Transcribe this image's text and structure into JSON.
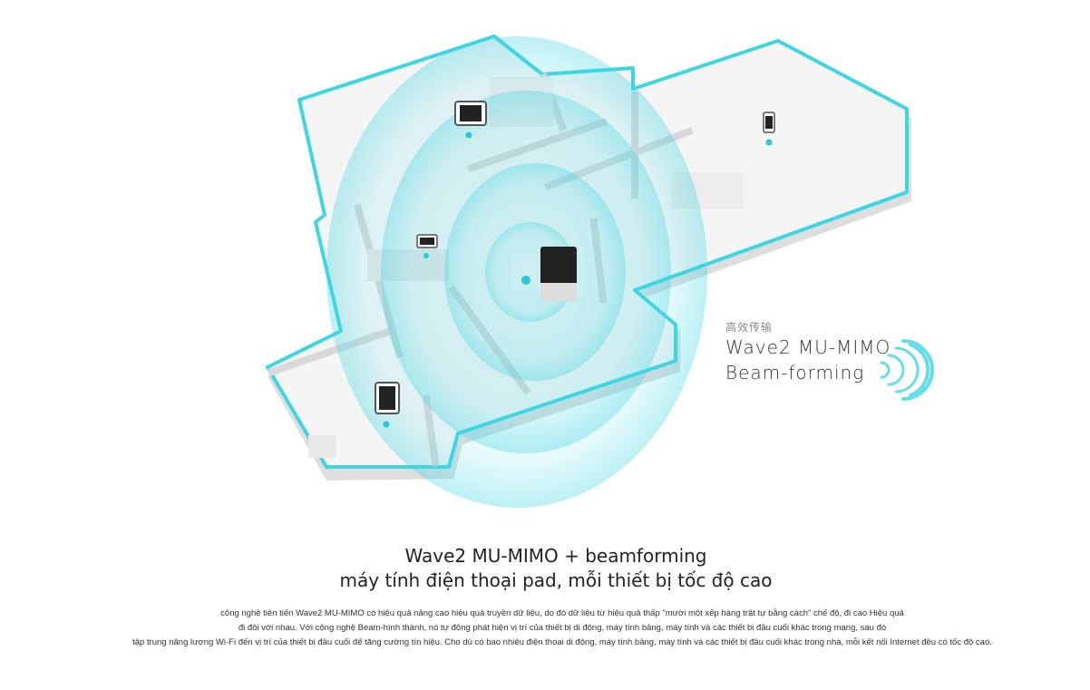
{
  "feature": {
    "subtitle_cn": "高效传输",
    "line1": "Wave2 MU-MIMO",
    "line2": "Beam-forming",
    "icon": "wifi-signal-icon"
  },
  "heading": {
    "line1": "Wave2 MU-MIMO + beamforming",
    "line2": "máy tính điện thoại pad, mỗi thiết bị tốc độ cao"
  },
  "description": [
    "công nghệ tiên tiến Wave2 MU-MIMO có hiệu quả nâng cao hiệu quả truyền dữ liệu, do đó dữ liệu từ hiệu quả thấp \"mười một xếp hàng trật tự bằng cách\" chế độ, đi cao Hiệu quả",
    "đi đôi với nhau. Với công nghệ Beam-hình thành, nó tự động phát hiện vị trí của thiết bị di động, máy tính bảng, máy tính và các thiết bị đầu cuối khác trong mạng, sau đó",
    "tập trung năng lượng Wi-Fi đến vị trí của thiết bị đầu cuối để tăng cường tín hiệu. Cho dù có bao nhiêu điện thoại di động, máy tính bảng, máy tính và các thiết bị đầu cuối khác trong nhà, mỗi kết nối Internet đều có tốc độ cao."
  ],
  "colors": {
    "accent": "#3fd6e4",
    "wall": "#e9e9e9",
    "floor": "#f4f4f4"
  }
}
